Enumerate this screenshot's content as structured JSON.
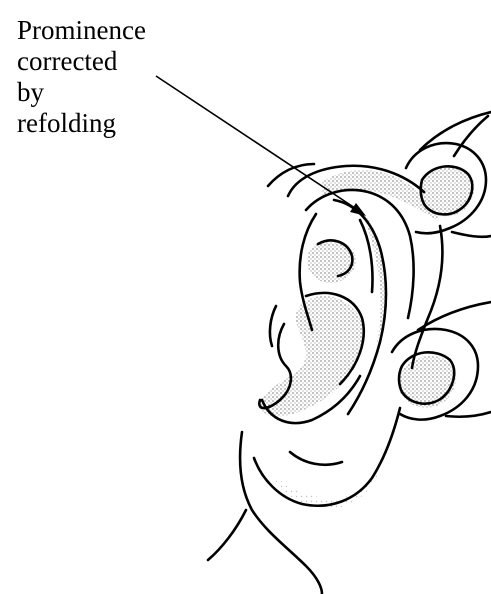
{
  "annotation": {
    "lines": [
      "Prominence",
      "corrected",
      "by",
      "refolding"
    ]
  },
  "colors": {
    "ink": "#000000",
    "shade": "#c8c8c8",
    "background": "#ffffff"
  }
}
